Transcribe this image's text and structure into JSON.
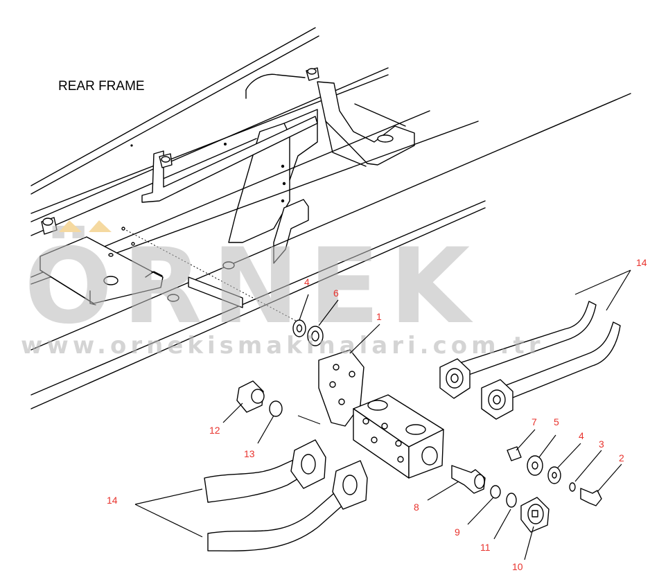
{
  "title": "REAR FRAME",
  "watermark": {
    "brand": "ÖRNEK",
    "url": "www.ornekismakinalari.com.tr",
    "color": "#b9b9b9",
    "accent": "#f5d9a0"
  },
  "callout_color": "#e8322c",
  "callouts": [
    {
      "id": "c14a",
      "label": "14"
    },
    {
      "id": "c4a",
      "label": "4"
    },
    {
      "id": "c6",
      "label": "6"
    },
    {
      "id": "c1",
      "label": "1"
    },
    {
      "id": "c7",
      "label": "7"
    },
    {
      "id": "c5",
      "label": "5"
    },
    {
      "id": "c4b",
      "label": "4"
    },
    {
      "id": "c3",
      "label": "3"
    },
    {
      "id": "c2",
      "label": "2"
    },
    {
      "id": "c12",
      "label": "12"
    },
    {
      "id": "c13",
      "label": "13"
    },
    {
      "id": "c14b",
      "label": "14"
    },
    {
      "id": "c8",
      "label": "8"
    },
    {
      "id": "c9",
      "label": "9"
    },
    {
      "id": "c11",
      "label": "11"
    },
    {
      "id": "c10",
      "label": "10"
    }
  ]
}
